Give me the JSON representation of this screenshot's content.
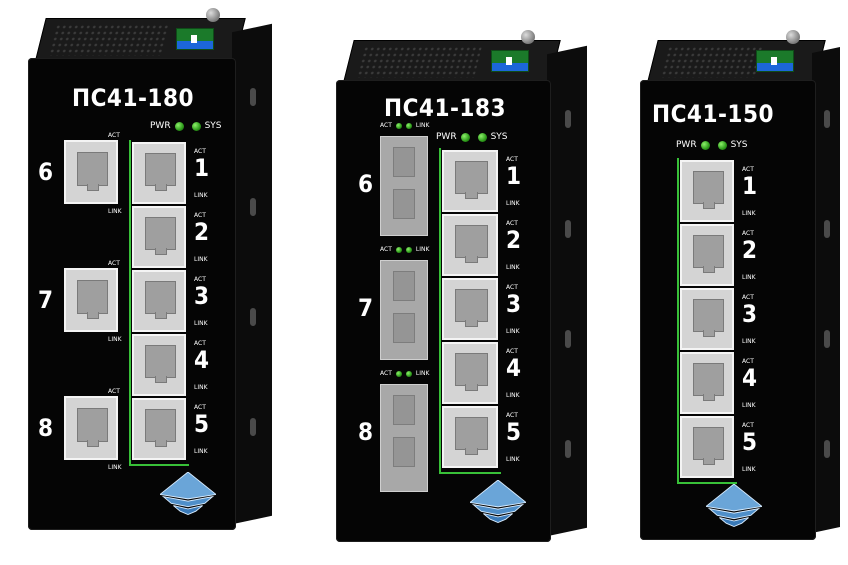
{
  "devices": [
    {
      "model": "ПС41-180",
      "led_pwr": "PWR",
      "led_sys": "SYS",
      "port_act": "ACT",
      "port_link": "LINK",
      "main_ports": [
        "1",
        "2",
        "3",
        "4",
        "5"
      ],
      "side_ports": [
        "6",
        "7",
        "8"
      ]
    },
    {
      "model": "ПС41-183",
      "led_pwr": "PWR",
      "led_sys": "SYS",
      "port_act": "ACT",
      "port_link": "LINK",
      "main_ports": [
        "1",
        "2",
        "3",
        "4",
        "5"
      ],
      "side_ports": [
        "6",
        "7",
        "8"
      ]
    },
    {
      "model": "ПС41-150",
      "led_pwr": "PWR",
      "led_sys": "SYS",
      "port_act": "ACT",
      "port_link": "LINK",
      "main_ports": [
        "1",
        "2",
        "3",
        "4",
        "5"
      ]
    }
  ],
  "colors": {
    "body": "#050505",
    "led": "#3fbf28",
    "port": "#d4d4d4",
    "stack_border": "#38c038",
    "logo": "#6aa5d8"
  },
  "icons": [
    "pyramid-logo-icon"
  ]
}
